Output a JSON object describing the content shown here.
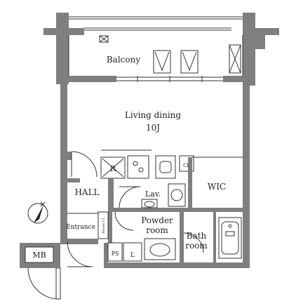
{
  "labels": {
    "balcony": "Balcony",
    "living_dining": "Living dining",
    "living_dining_size": "10J",
    "hall": "HALL",
    "lav": "Lav.",
    "wic": "WIC",
    "entrance": "Entrance",
    "shoes_cl": "Shoes Cl.",
    "powder_room_1": "Powder",
    "powder_room_2": "room",
    "bath_room_1": "Bath",
    "bath_room_2": "room",
    "ps": "PS",
    "l": "L",
    "mb": "MB",
    "r": "R",
    "cl": "Cl."
  },
  "colors": {
    "wall": "#7f7f7f",
    "line": "#333333"
  }
}
